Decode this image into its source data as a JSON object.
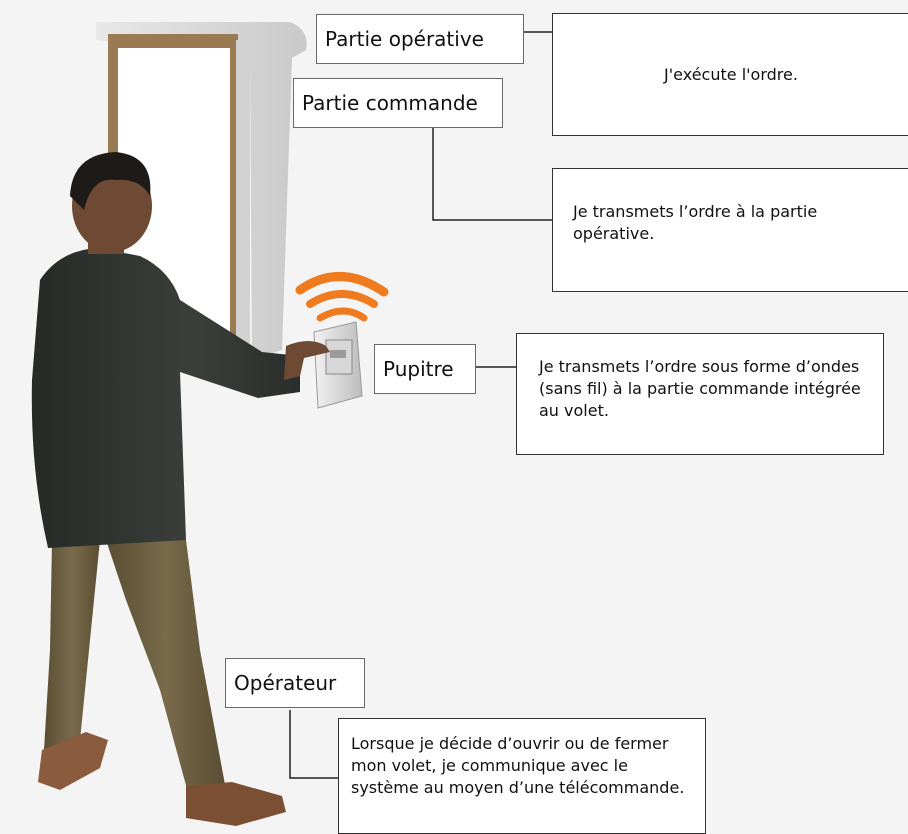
{
  "labels": {
    "partie_operative": "Partie opérative",
    "partie_commande": "Partie commande",
    "pupitre": "Pupitre",
    "operateur": "Opérateur"
  },
  "descriptions": {
    "partie_operative": "J'exécute l'ordre.",
    "partie_commande": "Je transmets l’ordre à la partie opérative.",
    "pupitre": "Je transmets l’ordre sous forme d’ondes (sans fil) à la partie commande intégrée au volet.",
    "operateur": "Lorsque je décide d’ouvrir ou de fermer mon volet, je communique avec le système au moyen d’une télécommande."
  },
  "colors": {
    "waves": "#f07a1e",
    "jacket": "#2f3330",
    "trousers": "#6b5d3f",
    "skin": "#6e4a34",
    "door_frame": "#9a7a52"
  }
}
